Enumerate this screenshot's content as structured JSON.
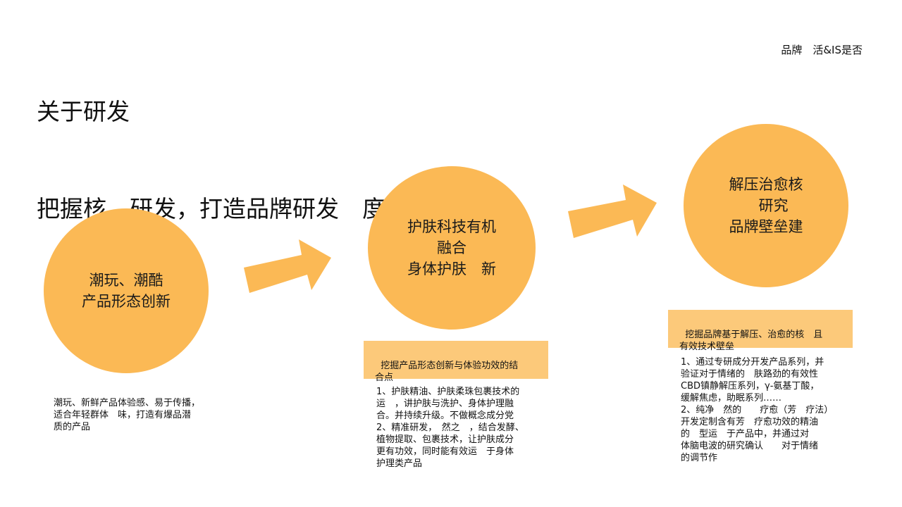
{
  "header": {
    "title_line1": "关于研发",
    "title_line2": "把握核　研发，打造品牌研发　度",
    "top_right": "品牌　活&IS是否"
  },
  "colors": {
    "accent": "#fbb955",
    "box_fill": "#fcc97a",
    "text": "#111111"
  },
  "circles": [
    {
      "text": "潮玩、潮酷\n产品形态创新"
    },
    {
      "text": "护肤科技有机\n融合\n身体护肤　新"
    },
    {
      "text": "解压治愈核\n　研究\n品牌壁垒建"
    }
  ],
  "boxes": [
    {
      "text": "挖掘产品形态创新与体验功效的结\n合点"
    },
    {
      "text": "挖掘品牌基于解压、治愈的核　且\n有效技术壁垒"
    }
  ],
  "descriptions": [
    {
      "text": "潮玩、新鲜产品体验感、易于传播，\n适合年轻群体　味，打造有爆品潜\n质的产品"
    },
    {
      "text": "1、护肤精油、护肤柔珠包裹技术的\n运　，讲护肤与洗护、身体护理融\n合。并持续升级。不做概念成分党\n2、精准研发，　然之　，结合发酵、\n植物提取、包裹技术，让护肤成分\n更有功效，同时能有效运　于身体\n护理类产品"
    },
    {
      "text": "1、通过专研成分开发产品系列，并\n验证对于情绪的　肤路劲的有效性\nCBD镇静解压系列，γ-氨基丁酸，\n缓解焦虑，助眠系列……\n2、纯净　然的　　疗愈（芳　疗法）\n开发定制含有芳　疗愈功效的精油\n的　型运　于产品中，并通过对\n体脑电波的研究确认　　对于情绪\n的调节作"
    }
  ]
}
